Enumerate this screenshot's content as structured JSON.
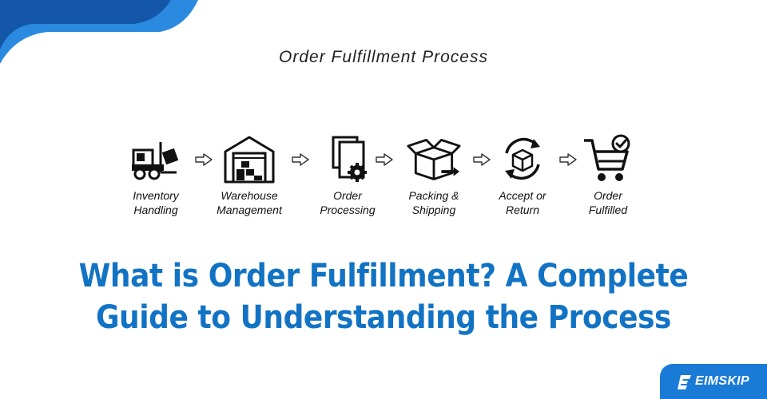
{
  "diagram": {
    "title": "Order Fulfillment Process",
    "steps": [
      {
        "line1": "Inventory",
        "line2": "Handling",
        "icon": "forklift-icon"
      },
      {
        "line1": "Warehouse",
        "line2": "Management",
        "icon": "warehouse-icon"
      },
      {
        "line1": "Order",
        "line2": "Processing",
        "icon": "document-gear-icon"
      },
      {
        "line1": "Packing &",
        "line2": "Shipping",
        "icon": "open-box-icon"
      },
      {
        "line1": "Accept or",
        "line2": "Return",
        "icon": "return-cycle-icon"
      },
      {
        "line1": "Order",
        "line2": "Fulfilled",
        "icon": "cart-check-icon"
      }
    ],
    "connector": "right-arrow-icon"
  },
  "headline": {
    "line1": "What is Order Fulfillment? A Complete",
    "line2": "Guide to Understanding the Process"
  },
  "brand": {
    "name": "EIMSKIP"
  },
  "colors": {
    "accent": "#1273c4",
    "brand_blue": "#1a7bd6",
    "deco_dark": "#1456a8",
    "deco_light": "#2a8ae0",
    "icon_ink": "#111111"
  }
}
